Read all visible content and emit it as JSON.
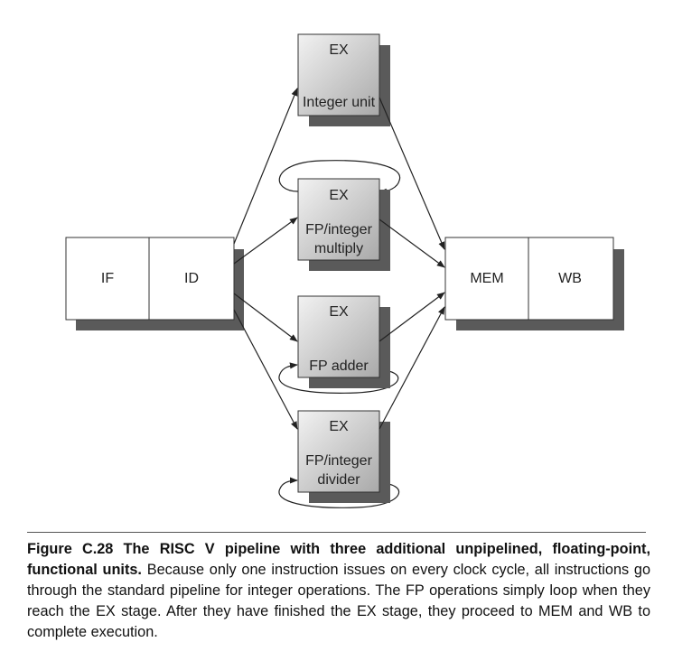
{
  "diagram": {
    "front": {
      "if": "IF",
      "id": "ID"
    },
    "units": [
      {
        "top": "EX",
        "bottom": [
          "Integer unit"
        ]
      },
      {
        "top": "EX",
        "bottom": [
          "FP/integer",
          "multiply"
        ]
      },
      {
        "top": "EX",
        "bottom": [
          "FP adder"
        ]
      },
      {
        "top": "EX",
        "bottom": [
          "FP/integer",
          "divider"
        ]
      }
    ],
    "back": {
      "mem": "MEM",
      "wb": "WB"
    }
  },
  "caption": {
    "label": "Figure C.28",
    "title": "The RISC V pipeline with three additional unpipelined, floating-point, functional units.",
    "body": "Because only one instruction issues on every clock cycle, all instructions go through the standard pipeline for integer operations. The FP operations simply loop when they reach the EX stage. After they have finished the EX stage, they proceed to MEM and WB to complete execution."
  },
  "colors": {
    "box_gradient_light": "#f2f2f2",
    "box_gradient_dark": "#a9a9a9",
    "shadow": "#5a5a5a"
  }
}
